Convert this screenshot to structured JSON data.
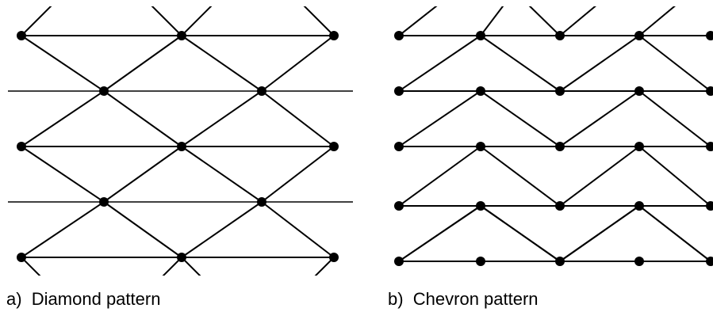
{
  "figure": {
    "panels": [
      {
        "id": "a",
        "caption": "a)  Diamond pattern",
        "pattern": "diamond"
      },
      {
        "id": "b",
        "caption": "b)  Chevron pattern",
        "pattern": "chevron"
      }
    ],
    "colors": {
      "line": "#000000",
      "node": "#000000",
      "background": "#ffffff"
    }
  }
}
